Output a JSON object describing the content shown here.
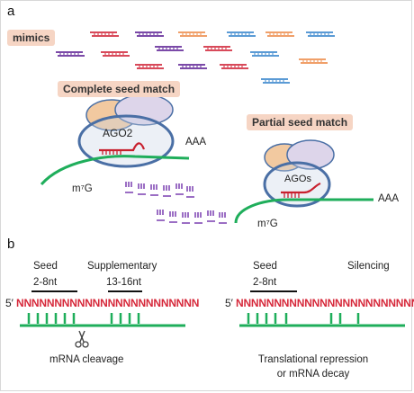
{
  "panel_a": {
    "letter": "a",
    "mimics_label": "mimics",
    "complete_label": "Complete seed match",
    "partial_label": "Partial seed match",
    "ago2_label": "AGO2",
    "agos_label": "AGOs",
    "polya_left": "AAA",
    "polya_right": "AAA",
    "cap_left": "m⁷G",
    "cap_right": "m⁷G"
  },
  "panel_b": {
    "letter": "b",
    "left": {
      "seed_label": "Seed",
      "seed_range": "2-8nt",
      "supp_label": "Supplementary",
      "supp_range": "13-16nt",
      "five_prime": "5′",
      "sequence": "NNNNNNNNNNNNNNNNNNNNNNNN",
      "outcome": "mRNA cleavage"
    },
    "right": {
      "seed_label": "Seed",
      "seed_range": "2-8nt",
      "silencing_label": "Silencing",
      "five_prime": "5′",
      "sequence": "NNNNNNNNNNNNNNNNNNNNNNNN",
      "outcome_line1": "Translational repression",
      "outcome_line2": "or mRNA decay"
    }
  },
  "colors": {
    "mrna": "#1fae5b",
    "mirna": "#c8202e",
    "seed_text": "#d6283a",
    "ago_body": "#4a6fa5",
    "ago_fill": "#c9d4e6",
    "pad_tan": "#f2c9a0",
    "pad_lilac": "#ddd5ea",
    "degraded": "#7a3fb0",
    "mimic_red": "#d84a5a",
    "mimic_purple": "#7b4aa8",
    "mimic_orange": "#f0a06a",
    "mimic_blue": "#5b9bd5"
  },
  "icons": [
    "scissors-icon"
  ]
}
